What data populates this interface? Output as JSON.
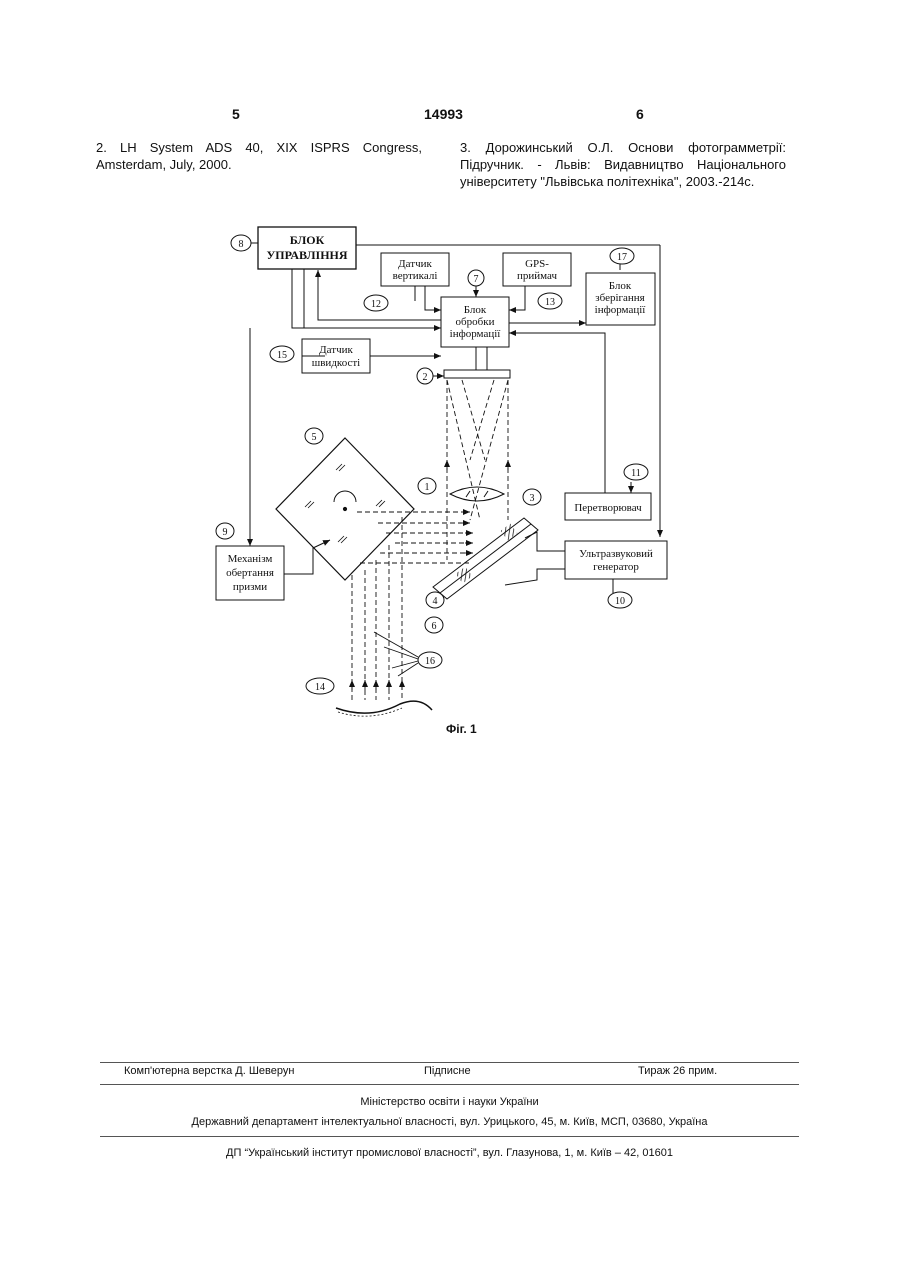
{
  "header": {
    "page_left": "5",
    "patent_number": "14993",
    "page_right": "6"
  },
  "references": {
    "left": "2. LH System ADS 40, XIX ISPRS Congress, Amsterdam, July, 2000.",
    "right": "3. Дорожинський О.Л. Основи фотограмметрії: Підручник. - Львів: Видавництво Національного університету \"Львівська політехніка\", 2003.-214с."
  },
  "figure": {
    "caption": "Фіг. 1",
    "blocks": {
      "control_l1": "БЛОК",
      "control_l2": "УПРАВЛІННЯ",
      "vertical_l1": "Датчик",
      "vertical_l2": "вертикалі",
      "gps_l1": "GPS-",
      "gps_l2": "приймач",
      "storage_l1": "Блок",
      "storage_l2": "зберігання",
      "storage_l3": "інформації",
      "processing_l1": "Блок",
      "processing_l2": "обробки",
      "processing_l3": "інформації",
      "speed_l1": "Датчик",
      "speed_l2": "швидкості",
      "converter": "Перетворювач",
      "ultrasonic_l1": "Ультразвуковий",
      "ultrasonic_l2": "генератор",
      "mechanism_l1": "Механізм",
      "mechanism_l2": "обертання",
      "mechanism_l3": "призми"
    },
    "labels": {
      "n1": "1",
      "n2": "2",
      "n3": "3",
      "n4": "4",
      "n5": "5",
      "n6": "6",
      "n7": "7",
      "n8": "8",
      "n9": "9",
      "n10": "10",
      "n11": "11",
      "n12": "12",
      "n13": "13",
      "n14": "14",
      "n15": "15",
      "n16": "16",
      "n17": "17"
    }
  },
  "footer": {
    "layout": "Комп'ютерна верстка Д. Шеверун",
    "signed": "Підписне",
    "circulation": "Тираж 26 прим.",
    "ministry": "Міністерство освіти і науки України",
    "department": "Державний департамент інтелектуальної власності, вул. Урицького, 45, м. Київ, МСП, 03680, Україна",
    "institute": "ДП “Український інститут промислової власності”, вул. Глазунова, 1, м. Київ – 42, 01601"
  }
}
